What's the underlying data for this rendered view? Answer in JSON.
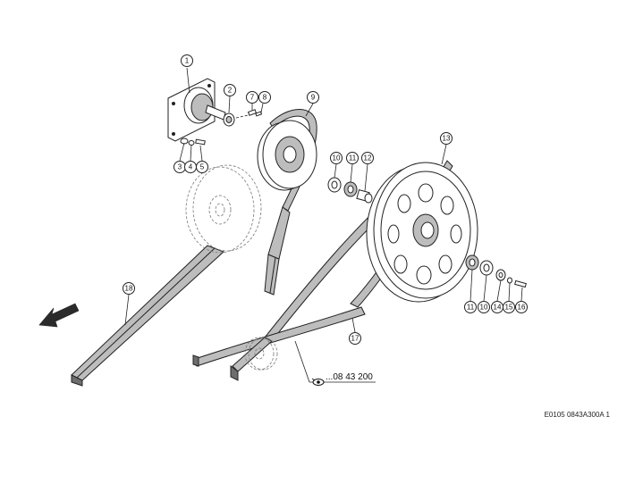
{
  "callouts": [
    {
      "id": "c1",
      "label": "1"
    },
    {
      "id": "c2",
      "label": "2"
    },
    {
      "id": "c3",
      "label": "3"
    },
    {
      "id": "c4",
      "label": "4"
    },
    {
      "id": "c5",
      "label": "5"
    },
    {
      "id": "c7",
      "label": "7"
    },
    {
      "id": "c8",
      "label": "8"
    },
    {
      "id": "c9",
      "label": "9"
    },
    {
      "id": "c10a",
      "label": "10"
    },
    {
      "id": "c11a",
      "label": "11"
    },
    {
      "id": "c12",
      "label": "12"
    },
    {
      "id": "c13",
      "label": "13"
    },
    {
      "id": "c11b",
      "label": "11"
    },
    {
      "id": "c10b",
      "label": "10"
    },
    {
      "id": "c14",
      "label": "14"
    },
    {
      "id": "c15",
      "label": "15"
    },
    {
      "id": "c16",
      "label": "16"
    },
    {
      "id": "c17",
      "label": "17"
    },
    {
      "id": "c18",
      "label": "18"
    }
  ],
  "reference_note": "...08 43 200",
  "document_id": "E0105 0843A300A 1",
  "icons": {
    "reference": "eye-icon",
    "direction": "arrow-icon"
  }
}
